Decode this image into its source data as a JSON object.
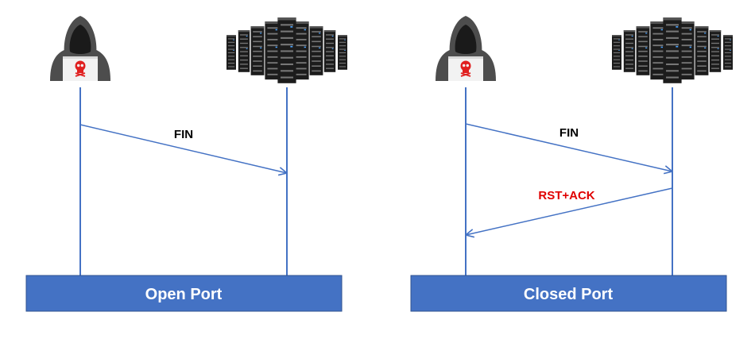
{
  "colors": {
    "line": "#4472c4",
    "bar": "#4472c4",
    "bar_border": "#2f528f",
    "rst_text": "#e00000",
    "fin_text": "#000000",
    "hacker_body": "#4d4d4d",
    "hacker_face": "#1a1a1a",
    "shirt": "#f2f2f2",
    "skull": "#e02020",
    "server_dark": "#1c1c1c"
  },
  "icons": {
    "attacker": "hooded-hacker-icon",
    "target": "server-rack-icon"
  },
  "scenarios": [
    {
      "port_label": "Open Port",
      "messages": [
        {
          "label": "FIN",
          "direction": "attacker-to-server",
          "style": "normal"
        }
      ]
    },
    {
      "port_label": "Closed Port",
      "messages": [
        {
          "label": "FIN",
          "direction": "attacker-to-server",
          "style": "normal"
        },
        {
          "label": "RST+ACK",
          "direction": "server-to-attacker",
          "style": "response"
        }
      ]
    }
  ]
}
